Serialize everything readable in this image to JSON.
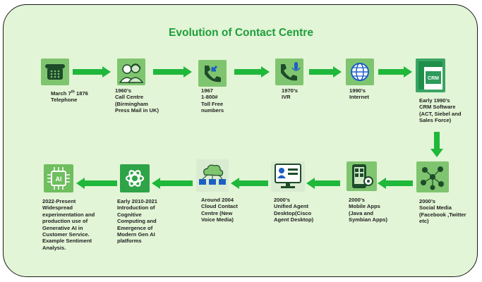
{
  "title": "Evolution of Contact Centre",
  "colors": {
    "background": "#e2f5d6",
    "title": "#1e9e3a",
    "arrow": "#1fb83a",
    "icon_bg": "#7fc56f"
  },
  "steps": [
    {
      "icon": "telephone-icon",
      "label_pre": "March 7",
      "label_sup": "th",
      "label_post": " 1876\nTelephone"
    },
    {
      "icon": "call-centre-headset-icon",
      "label": "1960’s\nCall Centre\n(Birmingham\nPress Mail in UK)"
    },
    {
      "icon": "toll-free-phone-icon",
      "label": "1967\n1-800#\nToll Free\nnumbers"
    },
    {
      "icon": "ivr-phone-icon",
      "label": "1970’s\nIVR"
    },
    {
      "icon": "internet-globe-icon",
      "label": "1990’s\nInternet"
    },
    {
      "icon": "crm-software-icon",
      "label": "Early 1990’s\nCRM Software\n(ACT, Siebel and\nSales Force)"
    },
    {
      "icon": "social-media-icon",
      "label": "2000’s\nSocial Media\n(Facebook ,Twitter\netc)"
    },
    {
      "icon": "mobile-apps-icon",
      "label": "2000’s\nMobile Apps\n(Java and\nSymbian Apps)"
    },
    {
      "icon": "agent-desktop-icon",
      "label": "2000’s\nUnified Agent\nDesktop(Cisco\nAgent Desktop)"
    },
    {
      "icon": "cloud-contact-centre-icon",
      "label": "Around 2004\nCloud Contact\nCentre (New\nVoice Media)"
    },
    {
      "icon": "gen-ai-platform-icon",
      "label": "Early 2010-2021\nIntroduction of\nCognitive\nComputing and\nEmergence of\nModern Gen AI\nplatforms"
    },
    {
      "icon": "ai-chip-icon",
      "label": "2022-Present\nWidespread\nexperimentation and\nproduction use of\nGenerative AI in\nCustomer Service.\nExample Sentiment\nAnalysis."
    }
  ],
  "crm_icon_text": "CRM",
  "ai_icon_text": "AI"
}
